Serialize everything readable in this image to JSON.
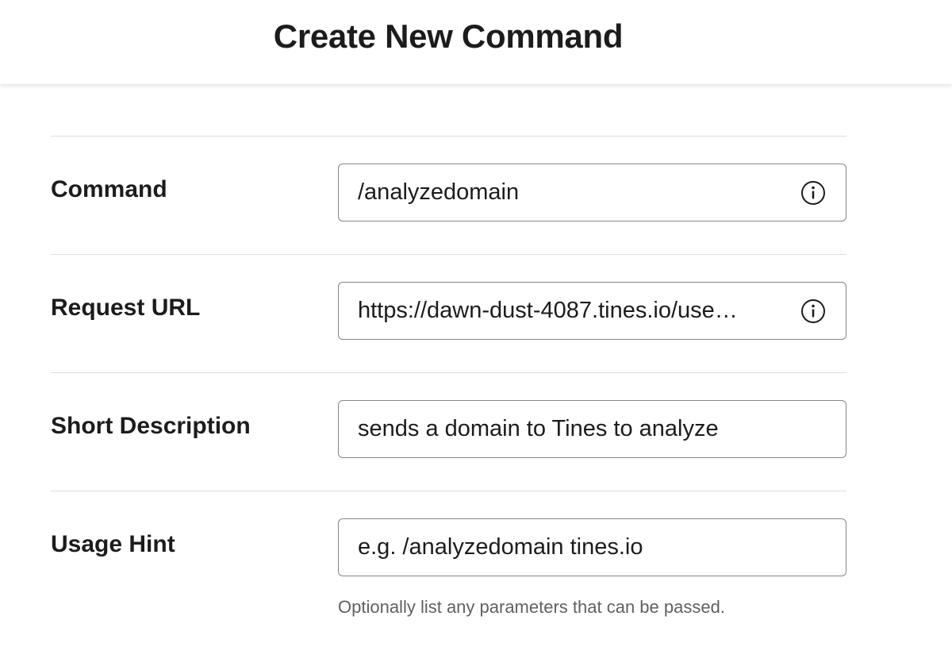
{
  "header": {
    "title": "Create New Command"
  },
  "form": {
    "command": {
      "label": "Command",
      "value": "/analyzedomain",
      "icon": "info-icon"
    },
    "request_url": {
      "label": "Request URL",
      "value": "https://dawn-dust-4087.tines.io/use…",
      "icon": "info-icon"
    },
    "short_description": {
      "label": "Short Description",
      "value": "sends a domain to Tines to analyze"
    },
    "usage_hint": {
      "label": "Usage Hint",
      "value": "e.g. /analyzedomain tines.io",
      "help": "Optionally list any parameters that can be passed."
    }
  },
  "colors": {
    "text": "#1d1c1d",
    "border": "#868686",
    "divider": "#dddddd",
    "help_text": "#616061"
  }
}
